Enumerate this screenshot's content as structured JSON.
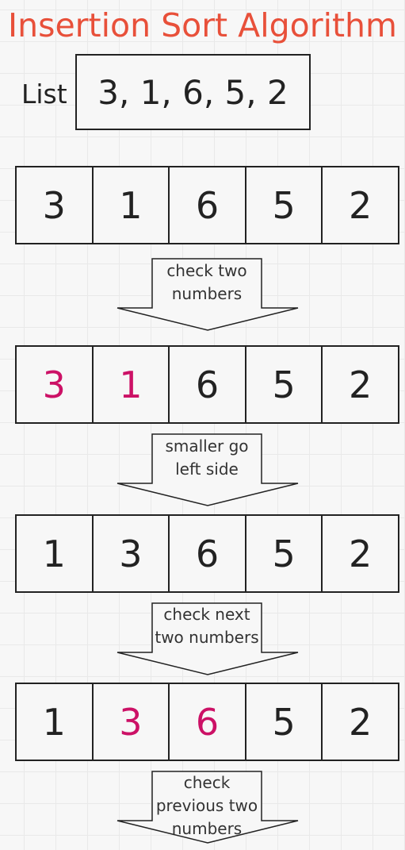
{
  "title": "Insertion Sort Algorithm",
  "list": {
    "label": "List",
    "value": "3, 1, 6, 5, 2"
  },
  "colors": {
    "title": "#e8503a",
    "highlight": "#cc1166",
    "ink": "#222222"
  },
  "rows": [
    {
      "cells": [
        {
          "v": "3",
          "hl": false
        },
        {
          "v": "1",
          "hl": false
        },
        {
          "v": "6",
          "hl": false
        },
        {
          "v": "5",
          "hl": false
        },
        {
          "v": "2",
          "hl": false
        }
      ]
    },
    {
      "cells": [
        {
          "v": "3",
          "hl": true
        },
        {
          "v": "1",
          "hl": true
        },
        {
          "v": "6",
          "hl": false
        },
        {
          "v": "5",
          "hl": false
        },
        {
          "v": "2",
          "hl": false
        }
      ]
    },
    {
      "cells": [
        {
          "v": "1",
          "hl": false
        },
        {
          "v": "3",
          "hl": false
        },
        {
          "v": "6",
          "hl": false
        },
        {
          "v": "5",
          "hl": false
        },
        {
          "v": "2",
          "hl": false
        }
      ]
    },
    {
      "cells": [
        {
          "v": "1",
          "hl": false
        },
        {
          "v": "3",
          "hl": true
        },
        {
          "v": "6",
          "hl": true
        },
        {
          "v": "5",
          "hl": false
        },
        {
          "v": "2",
          "hl": false
        }
      ]
    }
  ],
  "steps": [
    {
      "lines": [
        "check two",
        "numbers"
      ]
    },
    {
      "lines": [
        "smaller go",
        "left side"
      ]
    },
    {
      "lines": [
        "check next",
        "two numbers"
      ]
    },
    {
      "lines": [
        "check",
        "previous two",
        "numbers"
      ]
    }
  ]
}
